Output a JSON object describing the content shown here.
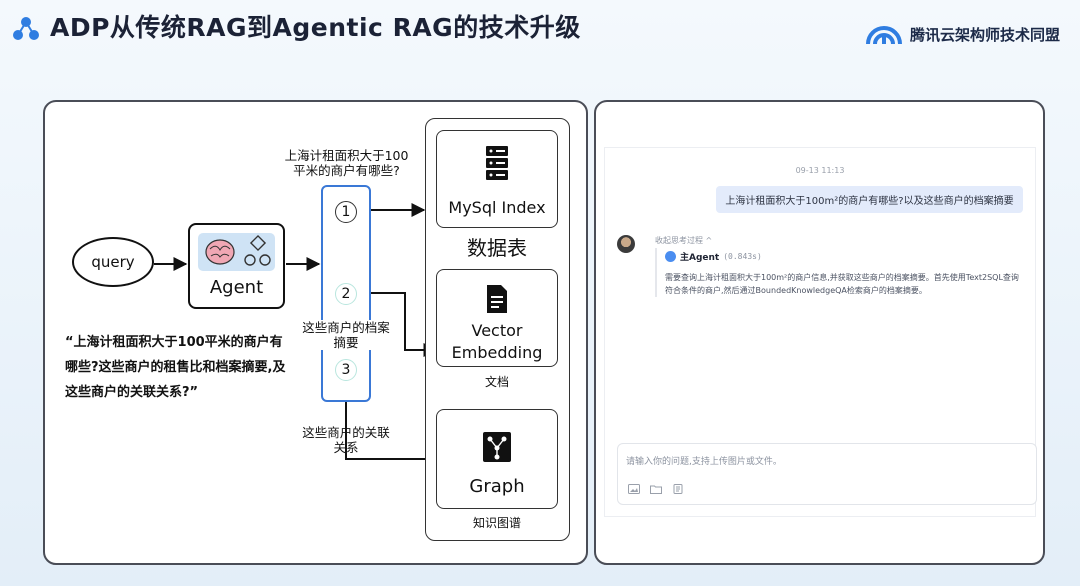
{
  "header": {
    "title": "ADP从传统RAG到Agentic RAG的技术升级",
    "brand_name": "腾讯云架构师技术同盟"
  },
  "diagram": {
    "query_label": "query",
    "agent_label": "Agent",
    "question_caption": "上海计租面积大于100平米的商户有哪些?",
    "summary_caption": "这些商户的档案摘要",
    "relation_caption": "这些商户的关联关系",
    "quote": "“上海计租面积大于100平米的商户有哪些?这些商户的租售比和档案摘要,及这些商户的关联关系?”",
    "steps": [
      "1",
      "2",
      "3"
    ],
    "stores": [
      {
        "label": "MySql Index",
        "group": "数据表",
        "icon": "server-icon"
      },
      {
        "label": "Vector Embedding",
        "group": "文档",
        "icon": "document-icon"
      },
      {
        "label": "Graph",
        "group": "知识图谱",
        "icon": "graph-icon"
      }
    ]
  },
  "chat": {
    "timestamp": "09-13 11:13",
    "user_message": "上海计租面积大于100m²的商户有哪些?以及这些商户的档案摘要",
    "collapse_label": "收起思考过程 ^",
    "agent_name": "主Agent",
    "agent_time": "(0.843s)",
    "thinking_text": "需要查询上海计租面积大于100m²的商户信息,并获取这些商户的档案摘要。首先使用Text2SQL查询符合条件的商户,然后通过BoundedKnowledgeQA检索商户的档案摘要。",
    "input_placeholder": "请输入你的问题,支持上传图片或文件。"
  },
  "colors": {
    "accent_blue": "#3a78d6",
    "brand_blue": "#2f7de1",
    "agent_icon_bg": "#cfe3f5"
  }
}
